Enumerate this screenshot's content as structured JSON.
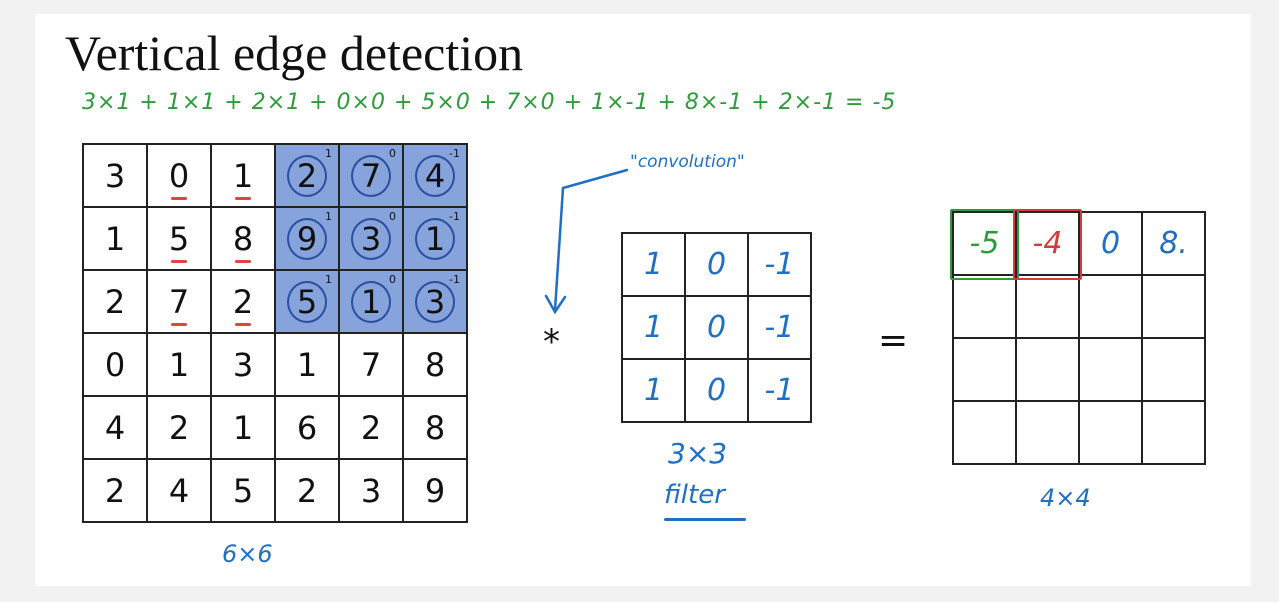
{
  "title": "Vertical edge detection",
  "equation": "3×1 + 1×1 + 2×1 + 0×0 + 5×0 + 7×0 + 1×-1 + 8×-1 + 2×-1 = -5",
  "annotation": "\"convolution\"",
  "input_matrix": {
    "rows": [
      [
        "3",
        "0",
        "1",
        "2",
        "7",
        "4"
      ],
      [
        "1",
        "5",
        "8",
        "9",
        "3",
        "1"
      ],
      [
        "2",
        "7",
        "2",
        "5",
        "1",
        "3"
      ],
      [
        "0",
        "1",
        "3",
        "1",
        "7",
        "8"
      ],
      [
        "4",
        "2",
        "1",
        "6",
        "2",
        "8"
      ],
      [
        "2",
        "4",
        "5",
        "2",
        "3",
        "9"
      ]
    ],
    "highlight_weights": [
      [
        "1",
        "0",
        "-1"
      ],
      [
        "1",
        "0",
        "-1"
      ],
      [
        "1",
        "0",
        "-1"
      ]
    ],
    "label": "6×6"
  },
  "operator_conv": "*",
  "filter_matrix": {
    "rows": [
      [
        "1",
        "0",
        "-1"
      ],
      [
        "1",
        "0",
        "-1"
      ],
      [
        "1",
        "0",
        "-1"
      ]
    ],
    "label_size": "3×3",
    "label_name": "filter"
  },
  "operator_eq": "=",
  "output_matrix": {
    "rows": [
      [
        "-5",
        "-4",
        "0",
        "8."
      ],
      [
        "",
        "",
        "",
        ""
      ],
      [
        "",
        "",
        "",
        ""
      ],
      [
        "",
        "",
        "",
        ""
      ]
    ],
    "label": "4×4"
  },
  "colors": {
    "highlight": "#87a3dc",
    "equation_green": "#2f9a3c",
    "ink_blue": "#1f6fc2",
    "ink_red": "#d33c3c"
  }
}
